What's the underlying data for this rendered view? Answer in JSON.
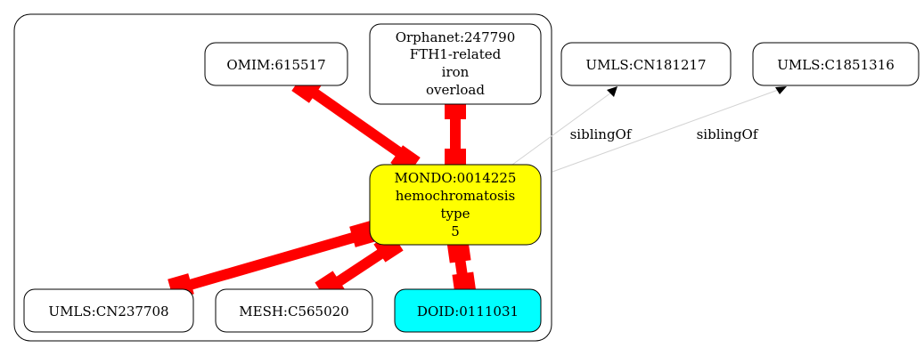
{
  "colors": {
    "background": "#ffffff",
    "node_default": "#ffffff",
    "node_focus": "#ffff00",
    "node_highlight": "#00ffff",
    "edge_strong": "#ff0000",
    "edge_weak": "#d3d3d3",
    "stroke": "#000000"
  },
  "nodes": {
    "omim": {
      "lines": [
        "OMIM:615517"
      ]
    },
    "orphanet": {
      "lines": [
        "Orphanet:247790",
        "FTH1-related",
        "iron",
        "overload"
      ]
    },
    "mondo": {
      "lines": [
        "MONDO:0014225",
        "hemochromatosis",
        "type",
        "5"
      ]
    },
    "umls_cn237708": {
      "lines": [
        "UMLS:CN237708"
      ]
    },
    "mesh": {
      "lines": [
        "MESH:C565020"
      ]
    },
    "doid": {
      "lines": [
        "DOID:0111031"
      ]
    },
    "umls_cn181217": {
      "lines": [
        "UMLS:CN181217"
      ]
    },
    "umls_c1851316": {
      "lines": [
        "UMLS:C1851316"
      ]
    }
  },
  "edges": {
    "sibling_1": {
      "label": "siblingOf"
    },
    "sibling_2": {
      "label": "siblingOf"
    }
  }
}
